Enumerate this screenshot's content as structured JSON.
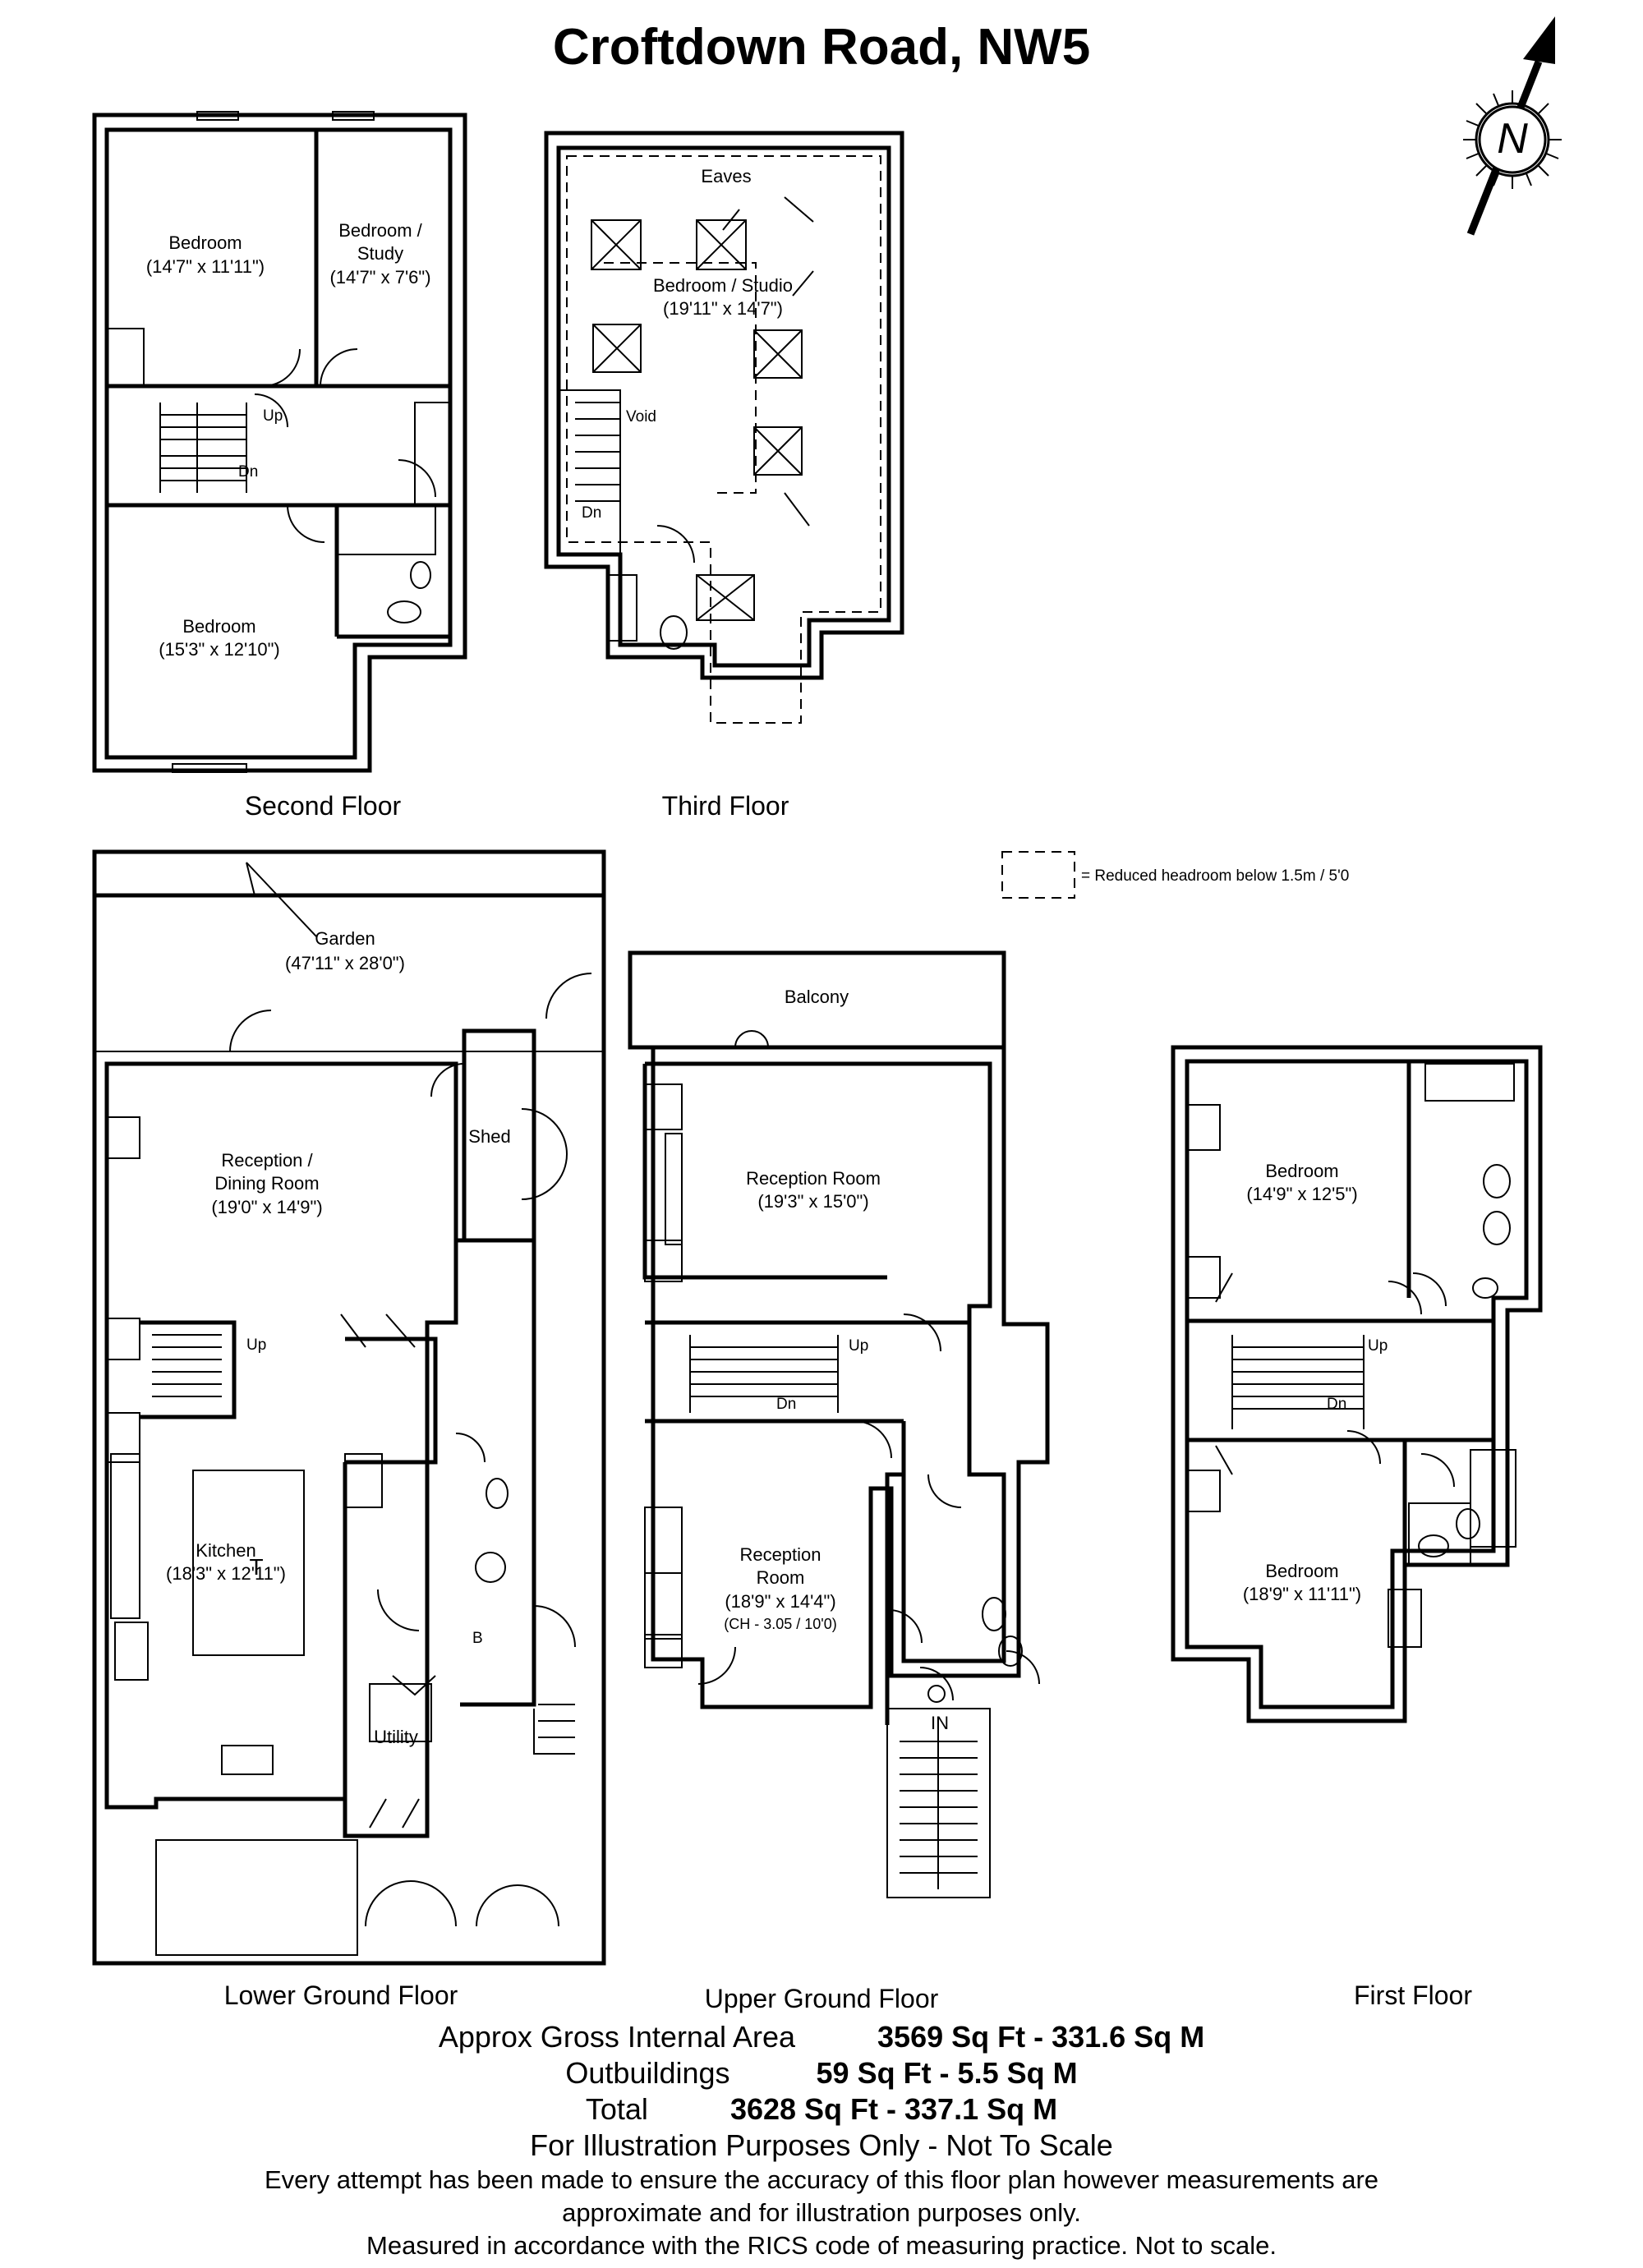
{
  "title": "Croftdown Road, NW5",
  "compass": {
    "letter": "N",
    "icon": "north-arrow-icon"
  },
  "legend": {
    "text": "= Reduced headroom below 1.5m / 5'0"
  },
  "floors": {
    "second": {
      "name": "Second Floor",
      "rooms": [
        {
          "name": "Bedroom",
          "dims": "(14'7\" x 11'11\")"
        },
        {
          "name": "Bedroom /",
          "name2": "Study",
          "dims": "(14'7\" x 7'6\")"
        },
        {
          "name": "Bedroom",
          "dims": "(15'3\" x 12'10\")"
        }
      ],
      "up": "Up",
      "dn": "Dn"
    },
    "third": {
      "name": "Third Floor",
      "eaves": "Eaves",
      "rooms": [
        {
          "name": "Bedroom / Studio",
          "dims": "(19'11\" x 14'7\")"
        }
      ],
      "void": "Void",
      "dn": "Dn"
    },
    "lower_ground": {
      "name": "Lower Ground Floor",
      "garden": {
        "name": "Garden",
        "dims": "(47'11\" x 28'0\")"
      },
      "rooms": [
        {
          "name": "Reception /",
          "name2": "Dining Room",
          "dims": "(19'0\" x 14'9\")"
        },
        {
          "name": "Kitchen",
          "dims": "(18'3\" x 12'11\")"
        }
      ],
      "shed": "Shed",
      "utility": "Utility",
      "up": "Up",
      "t_mark": "T",
      "b_mark": "B"
    },
    "upper_ground": {
      "name": "Upper Ground Floor",
      "balcony": "Balcony",
      "rooms": [
        {
          "name": "Reception Room",
          "dims": "(19'3\" x 15'0\")"
        },
        {
          "name": "Reception",
          "name2": "Room",
          "dims": "(18'9\" x 14'4\")",
          "ceiling": "(CH - 3.05 / 10'0)"
        }
      ],
      "up": "Up",
      "dn": "Dn",
      "entrance": "IN"
    },
    "first": {
      "name": "First Floor",
      "rooms": [
        {
          "name": "Bedroom",
          "dims": "(14'9\" x 12'5\")"
        },
        {
          "name": "Bedroom",
          "dims": "(18'9\" x 11'11\")"
        }
      ],
      "up": "Up",
      "dn": "Dn"
    }
  },
  "areas": {
    "gross": {
      "label": "Approx Gross Internal Area",
      "value": "3569 Sq Ft - 331.6 Sq M"
    },
    "outbuildings": {
      "label": "Outbuildings",
      "value": "59 Sq Ft - 5.5 Sq M"
    },
    "total": {
      "label": "Total",
      "value": "3628 Sq Ft - 337.1 Sq M"
    }
  },
  "disclaimer": {
    "line1": "For Illustration Purposes Only - Not To Scale",
    "line2": "Every attempt has been made to ensure the accuracy of this floor plan however measurements are",
    "line3": "approximate and for illustration purposes only.",
    "line4": "Measured in accordance with the RICS code of measuring practice. Not to scale."
  }
}
